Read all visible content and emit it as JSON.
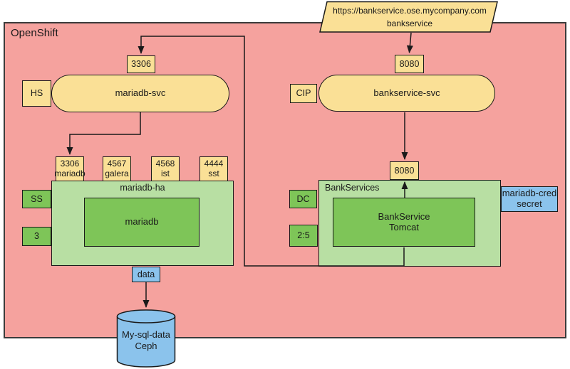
{
  "openshift": {
    "label": "OpenShift"
  },
  "route": {
    "line1": "https://bankservice.ose.mycompany.com",
    "line2": "bankservice"
  },
  "mariadb": {
    "svc_port": "3306",
    "svc_type": "HS",
    "svc_name": "mariadb-svc",
    "ports": [
      {
        "port": "3306",
        "name": "mariadb"
      },
      {
        "port": "4567",
        "name": "galera"
      },
      {
        "port": "4568",
        "name": "ist"
      },
      {
        "port": "4444",
        "name": "sst"
      }
    ],
    "deployment": "mariadb-ha",
    "controller": "SS",
    "replicas": "3",
    "container": "mariadb",
    "volume": "data",
    "storage_line1": "My-sql-data",
    "storage_line2": "Ceph"
  },
  "bankservice": {
    "svc_port": "8080",
    "svc_type": "CIP",
    "svc_name": "bankservice-svc",
    "pod_port": "8080",
    "deployment": "BankServices",
    "controller": "DC",
    "replicas": "2:5",
    "container_line1": "BankService",
    "container_line2": "Tomcat",
    "secret_line1": "mariadb-cred",
    "secret_line2": "secret"
  },
  "colors": {
    "namespace_fill": "#F5A29E",
    "service_fill": "#FAE096",
    "pod_fill": "#B8DFA3",
    "container_fill": "#7EC558",
    "storage_fill": "#8BC3EC",
    "stroke": "#1A1A1A"
  }
}
